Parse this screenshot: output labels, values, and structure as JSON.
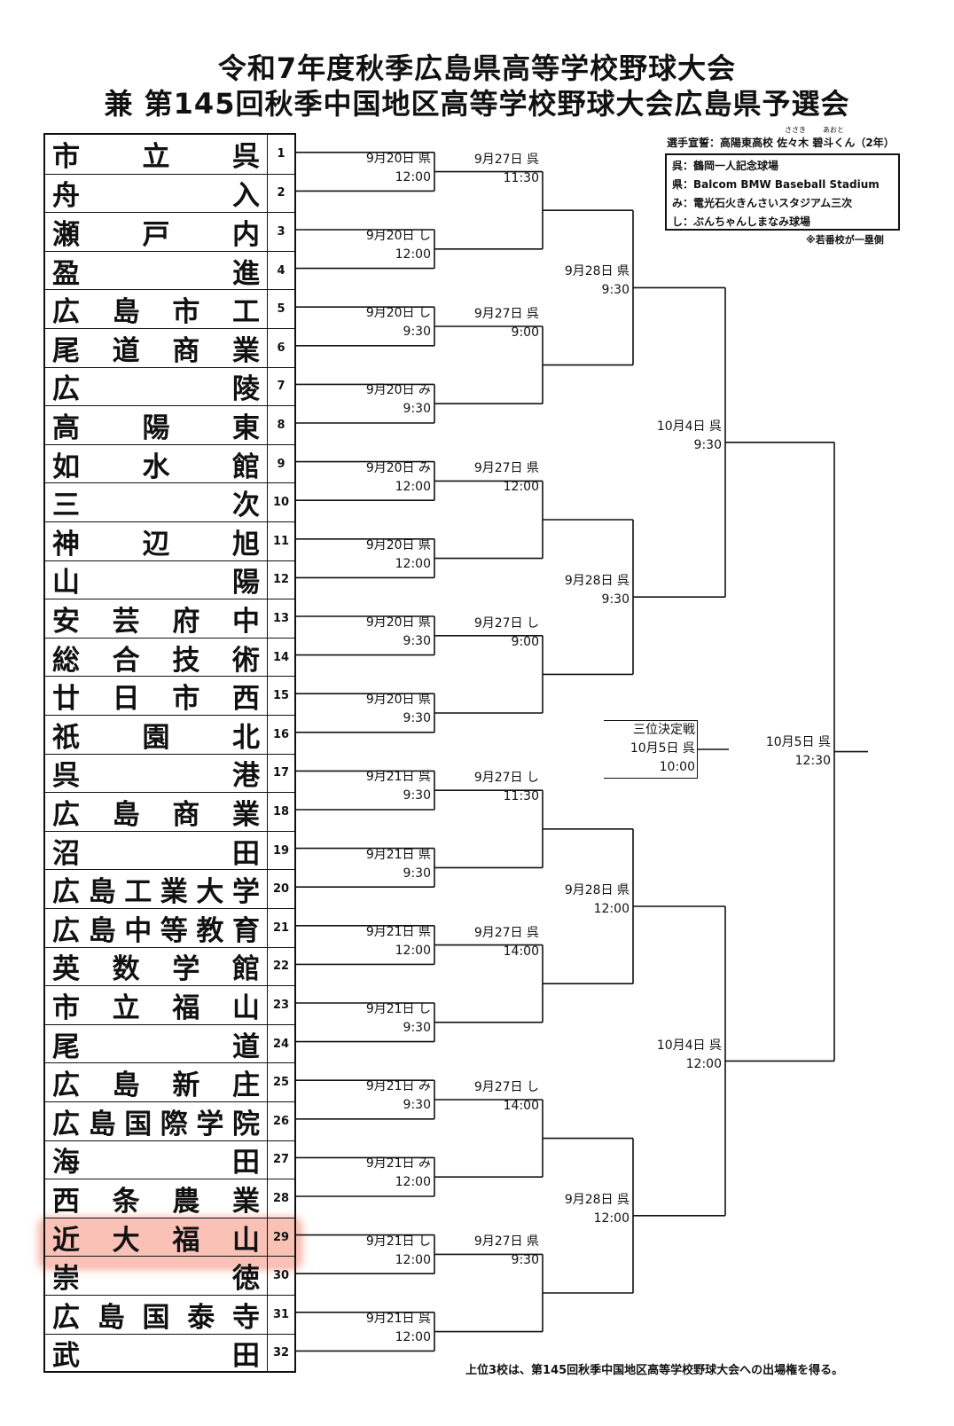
{
  "title_line1": "令和7年度秋季広島県高等学校野球大会",
  "title_line2": "兼 第145回秋季中国地区高等学校野球大会広島県予選会",
  "oath": {
    "label": "選手宣誓：高陽東高校 佐々木 碧斗くん（2年）",
    "ruby_surname": "ささき",
    "ruby_given": "あおと"
  },
  "legend": [
    "呉：鶴岡一人記念球場",
    "県：Balcom BMW Baseball Stadium",
    "み：電光石火きんさいスタジアム三次",
    "し：ぶんちゃんしまなみ球場"
  ],
  "legend_note": "※若番校が一塁側",
  "footer": "上位3校は、第145回秋季中国地区高等学校野球大会への出場権を得る。",
  "teams": [
    {
      "num": "1",
      "chars": [
        "市",
        "立",
        "呉"
      ]
    },
    {
      "num": "2",
      "chars": [
        "舟",
        "入"
      ]
    },
    {
      "num": "3",
      "chars": [
        "瀬",
        "戸",
        "内"
      ]
    },
    {
      "num": "4",
      "chars": [
        "盈",
        "進"
      ]
    },
    {
      "num": "5",
      "chars": [
        "広",
        "島",
        "市",
        "工"
      ]
    },
    {
      "num": "6",
      "chars": [
        "尾",
        "道",
        "商",
        "業"
      ]
    },
    {
      "num": "7",
      "chars": [
        "広",
        "陵"
      ]
    },
    {
      "num": "8",
      "chars": [
        "高",
        "陽",
        "東"
      ]
    },
    {
      "num": "9",
      "chars": [
        "如",
        "水",
        "館"
      ]
    },
    {
      "num": "10",
      "chars": [
        "三",
        "次"
      ]
    },
    {
      "num": "11",
      "chars": [
        "神",
        "辺",
        "旭"
      ]
    },
    {
      "num": "12",
      "chars": [
        "山",
        "陽"
      ]
    },
    {
      "num": "13",
      "chars": [
        "安",
        "芸",
        "府",
        "中"
      ]
    },
    {
      "num": "14",
      "chars": [
        "総",
        "合",
        "技",
        "術"
      ]
    },
    {
      "num": "15",
      "chars": [
        "廿",
        "日",
        "市",
        "西"
      ]
    },
    {
      "num": "16",
      "chars": [
        "祇",
        "園",
        "北"
      ]
    },
    {
      "num": "17",
      "chars": [
        "呉",
        "港"
      ]
    },
    {
      "num": "18",
      "chars": [
        "広",
        "島",
        "商",
        "業"
      ]
    },
    {
      "num": "19",
      "chars": [
        "沼",
        "田"
      ]
    },
    {
      "num": "20",
      "chars": [
        "広",
        "島",
        "工",
        "業",
        "大",
        "学"
      ]
    },
    {
      "num": "21",
      "chars": [
        "広",
        "島",
        "中",
        "等",
        "教",
        "育"
      ]
    },
    {
      "num": "22",
      "chars": [
        "英",
        "数",
        "学",
        "館"
      ]
    },
    {
      "num": "23",
      "chars": [
        "市",
        "立",
        "福",
        "山"
      ]
    },
    {
      "num": "24",
      "chars": [
        "尾",
        "道"
      ]
    },
    {
      "num": "25",
      "chars": [
        "広",
        "島",
        "新",
        "庄"
      ]
    },
    {
      "num": "26",
      "chars": [
        "広",
        "島",
        "国",
        "際",
        "学",
        "院"
      ]
    },
    {
      "num": "27",
      "chars": [
        "海",
        "田"
      ]
    },
    {
      "num": "28",
      "chars": [
        "西",
        "条",
        "農",
        "業"
      ]
    },
    {
      "num": "29",
      "chars": [
        "近",
        "大",
        "福",
        "山"
      ]
    },
    {
      "num": "30",
      "chars": [
        "崇",
        "徳"
      ]
    },
    {
      "num": "31",
      "chars": [
        "広",
        "島",
        "国",
        "泰",
        "寺"
      ]
    },
    {
      "num": "32",
      "chars": [
        "武",
        "田"
      ]
    }
  ],
  "round1": [
    {
      "date": "9月20日 県",
      "time": "12:00"
    },
    {
      "date": "9月20日 し",
      "time": "12:00"
    },
    {
      "date": "9月20日 し",
      "time": "9:30"
    },
    {
      "date": "9月20日 み",
      "time": "9:30"
    },
    {
      "date": "9月20日 み",
      "time": "12:00"
    },
    {
      "date": "9月20日 県",
      "time": "12:00"
    },
    {
      "date": "9月20日 県",
      "time": "9:30"
    },
    {
      "date": "9月20日 県",
      "time": "9:30"
    },
    {
      "date": "9月21日 呉",
      "time": "9:30"
    },
    {
      "date": "9月21日 県",
      "time": "9:30"
    },
    {
      "date": "9月21日 県",
      "time": "12:00"
    },
    {
      "date": "9月21日 し",
      "time": "9:30"
    },
    {
      "date": "9月21日 み",
      "time": "9:30"
    },
    {
      "date": "9月21日 み",
      "time": "12:00"
    },
    {
      "date": "9月21日 し",
      "time": "12:00"
    },
    {
      "date": "9月21日 呉",
      "time": "12:00"
    }
  ],
  "round2": [
    {
      "date": "9月27日 呉",
      "time": "11:30"
    },
    {
      "date": "9月27日 呉",
      "time": "9:00"
    },
    {
      "date": "9月27日 県",
      "time": "12:00"
    },
    {
      "date": "9月27日 し",
      "time": "9:00"
    },
    {
      "date": "9月27日 し",
      "time": "11:30"
    },
    {
      "date": "9月27日 呉",
      "time": "14:00"
    },
    {
      "date": "9月27日 し",
      "time": "14:00"
    },
    {
      "date": "9月27日 県",
      "time": "9:30"
    }
  ],
  "round3": [
    {
      "date": "9月28日 県",
      "time": "9:30"
    },
    {
      "date": "9月28日 呉",
      "time": "9:30"
    },
    {
      "date": "9月28日 県",
      "time": "12:00"
    },
    {
      "date": "9月28日 呉",
      "time": "12:00"
    }
  ],
  "round4": [
    {
      "date": "10月4日 呉",
      "time": "9:30"
    },
    {
      "date": "10月4日 呉",
      "time": "12:00"
    }
  ],
  "final": {
    "date": "10月5日 呉",
    "time": "12:30"
  },
  "third_place": {
    "label": "三位決定戦",
    "date": "10月5日 呉",
    "time": "10:00"
  }
}
